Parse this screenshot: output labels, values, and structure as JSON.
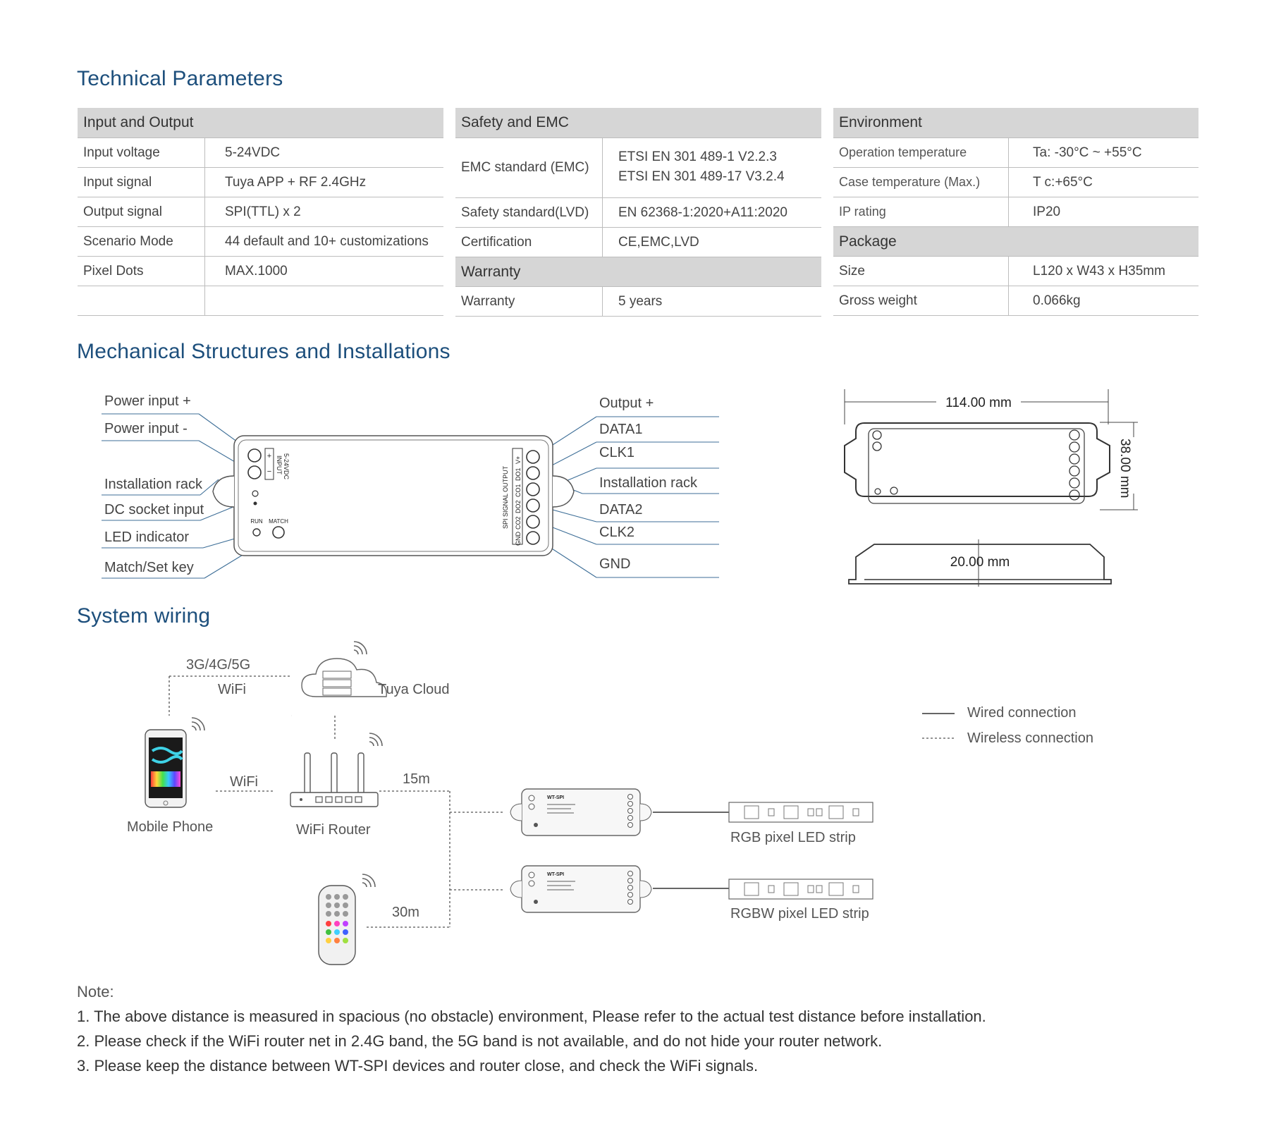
{
  "sections": {
    "tech": "Technical Parameters",
    "mech": "Mechanical Structures and Installations",
    "wiring": "System wiring"
  },
  "io_table": {
    "header": "Input and Output",
    "rows": [
      [
        "Input voltage",
        "5-24VDC"
      ],
      [
        "Input  signal",
        "Tuya APP + RF 2.4GHz"
      ],
      [
        "Output signal",
        "SPI(TTL) x 2"
      ],
      [
        "Scenario Mode",
        "44 default and 10+ customizations"
      ],
      [
        "Pixel Dots",
        "MAX.1000"
      ]
    ]
  },
  "safety_table": {
    "header": "Safety and EMC",
    "emc_label": "EMC standard (EMC)",
    "emc_value_1": "ETSI EN 301 489-1 V2.2.3",
    "emc_value_2": "ETSI EN 301 489-17 V3.2.4",
    "rows": [
      [
        "Safety standard(LVD)",
        "EN 62368-1:2020+A11:2020"
      ],
      [
        "Certification",
        "CE,EMC,LVD"
      ]
    ],
    "warranty_header": "Warranty",
    "warranty_row": [
      "Warranty",
      "5 years"
    ]
  },
  "env_table": {
    "header": "Environment",
    "rows": [
      [
        "Operation temperature",
        "Ta: -30°C ~ +55°C"
      ],
      [
        "Case temperature (Max.)",
        "T c:+65°C"
      ],
      [
        "IP rating",
        "IP20"
      ]
    ],
    "package_header": "Package",
    "package_rows": [
      [
        "Size",
        "L120 x W43 x H35mm"
      ],
      [
        "Gross weight",
        "0.066kg"
      ]
    ]
  },
  "mech": {
    "left_labels": [
      "Power input +",
      "Power input -",
      "Installation rack",
      "DC socket input",
      "LED indicator",
      "Match/Set key"
    ],
    "right_labels": [
      "Output +",
      "DATA1",
      "CLK1",
      "Installation rack",
      "DATA2",
      "CLK2",
      "GND"
    ],
    "device_input_label": "INPUT",
    "device_input_voltage": "5-24VDC",
    "device_output_label": "SPI SIGNAL OUTPUT",
    "terminal_labels": [
      "V+",
      "DO1",
      "CO1",
      "DO2",
      "CO2",
      "GND"
    ],
    "plus_sign": "+",
    "minus_sign": "−",
    "run_label": "RUN",
    "match_label": "MATCH",
    "dim_length": "114.00 mm",
    "dim_width": "38.00 mm",
    "dim_height": "20.00 mm"
  },
  "wiring": {
    "network_label_1": "3G/4G/5G",
    "network_label_2": "WiFi",
    "cloud_label": "Tuya Cloud",
    "phone_wifi": "WiFi",
    "phone_label": "Mobile Phone",
    "router_label": "WiFi Router",
    "distance_router": "15m",
    "distance_remote": "30m",
    "device_model": "WT-SPI",
    "strip_1": "RGB pixel LED strip",
    "strip_2": "RGBW pixel LED strip",
    "legend_wired": "Wired connection",
    "legend_wireless": "Wireless connection"
  },
  "notes": {
    "title": "Note:",
    "lines": [
      "1. The above distance is measured in spacious (no obstacle) environment, Please refer to the actual test distance before installation.",
      "2. Please check if the WiFi router net in 2.4G band, the 5G band is not available, and do not hide your router network.",
      "3. Please keep the distance between WT-SPI devices and router close, and check the WiFi signals."
    ]
  }
}
